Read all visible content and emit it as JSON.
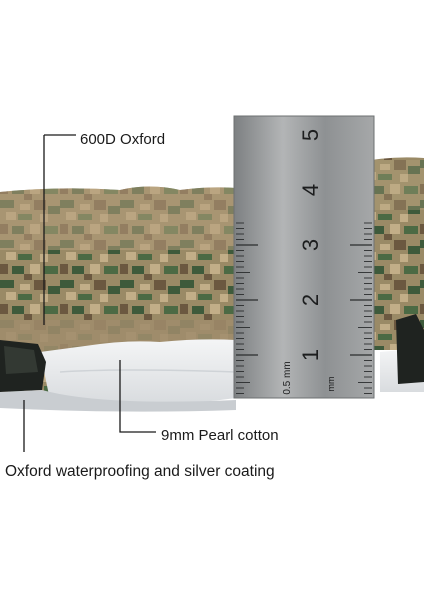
{
  "photo": {
    "labels": {
      "outer_layer": "600D Oxford",
      "middle_layer": "9mm Pearl cotton",
      "bottom_layer": "Oxford waterproofing and silver coating"
    },
    "ruler": {
      "major_marks": [
        "1",
        "2",
        "3",
        "4",
        "5"
      ],
      "half_mark": "0.5 mm",
      "unit": "mm"
    },
    "colors": {
      "camo_dark": "#3c5a3a",
      "camo_mid": "#7f8a5e",
      "camo_tan": "#b5a27e",
      "camo_brown": "#8c6a4c",
      "foam": "#eef0f2",
      "steel": "#9a9c9e"
    }
  }
}
